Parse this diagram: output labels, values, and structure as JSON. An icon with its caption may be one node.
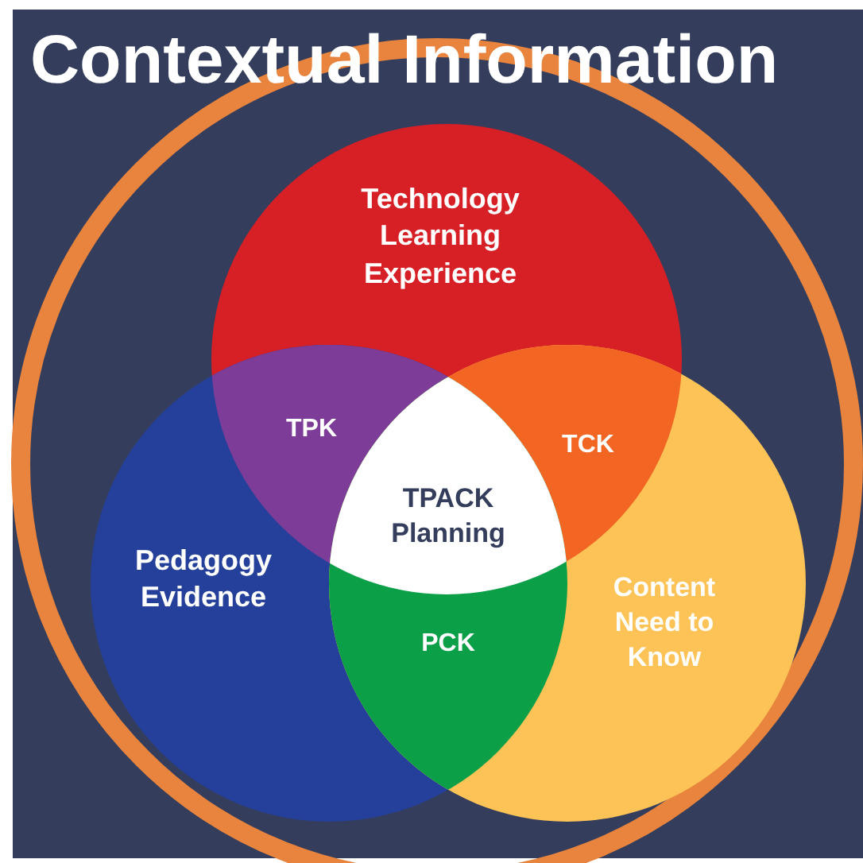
{
  "diagram": {
    "nodes": [
      {
        "text": [
          "Contextual Information"
        ]
      },
      {
        "text": [
          "Technology Learning Experience"
        ],
        "in": 0
      },
      {
        "text": [
          "TPK"
        ],
        "in": 0
      },
      {
        "text": [
          "TCK"
        ],
        "in": 0
      },
      {
        "text": [
          "TPACK Planning"
        ],
        "in": 0
      },
      {
        "text": [
          "Pedagogy Evidence"
        ],
        "in": 0
      },
      {
        "text": [
          "PCK"
        ],
        "in": 0
      },
      {
        "text": [
          "Content Need to Know"
        ],
        "in": 0
      }
    ]
  }
}
